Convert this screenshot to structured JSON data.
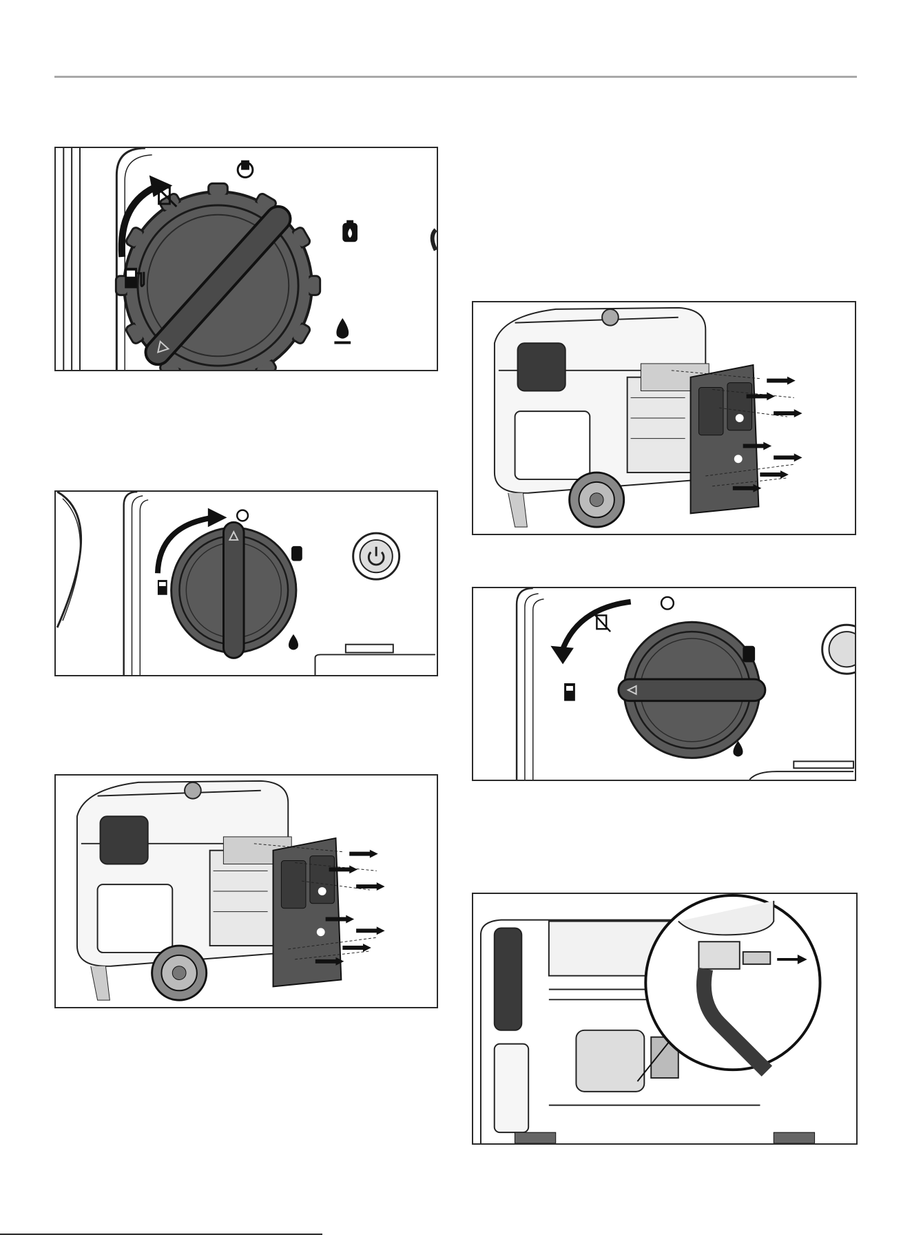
{
  "page": {
    "figures": [
      {
        "id": "fig-knob-off",
        "description_name": "fuel-selector-knob-turned-to-off"
      },
      {
        "id": "fig-knob-gas",
        "description_name": "fuel-selector-knob-vertical"
      },
      {
        "id": "fig-panel-left",
        "description_name": "generator-side-panel-removal"
      },
      {
        "id": "fig-panel-right",
        "description_name": "generator-side-panel-removal-repeat"
      },
      {
        "id": "fig-knob-back",
        "description_name": "fuel-selector-knob-turned-to-gasoline"
      },
      {
        "id": "fig-hose",
        "description_name": "fuel-hose-detail"
      }
    ]
  },
  "icons": {
    "gasoline": "fuel-pump-icon",
    "propane": "propane-tank-icon",
    "natural_gas": "flame-drop-icon",
    "off": "fuel-off-icon",
    "power": "power-button-icon",
    "arrow": "rotation-arrow-icon"
  },
  "colors": {
    "knob_fill": "#5a5a5a",
    "knob_dark": "#3a3a3a",
    "line": "#1a1a1a",
    "rule": "#a8a8a8"
  }
}
